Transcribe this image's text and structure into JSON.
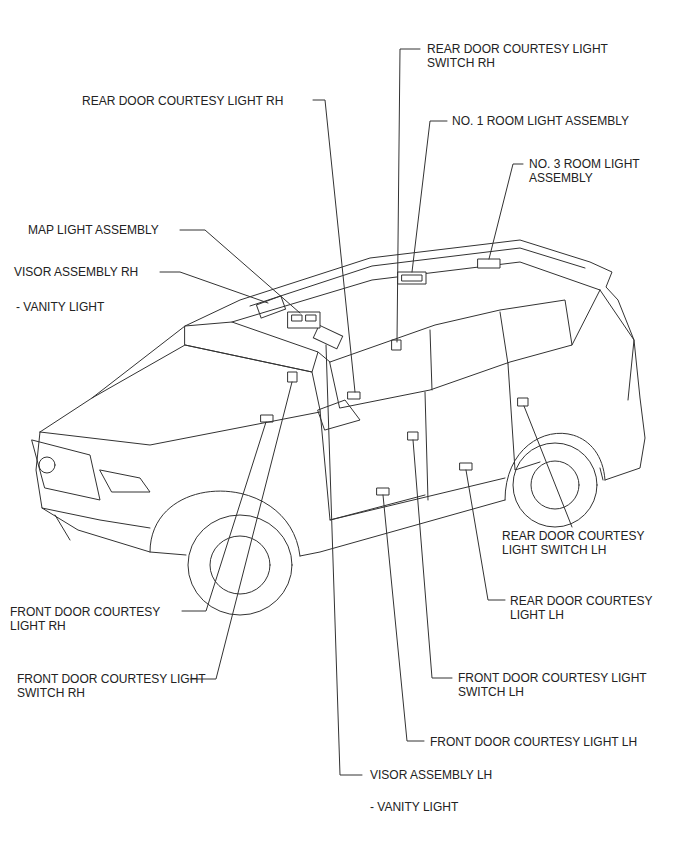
{
  "diagram": {
    "labels": [
      "REAR DOOR COURTESY LIGHT SWITCH RH",
      "REAR DOOR COURTESY LIGHT RH",
      "NO. 1 ROOM LIGHT ASSEMBLY",
      "NO. 3 ROOM LIGHT ASSEMBLY",
      "MAP LIGHT ASSEMBLY",
      "VISOR ASSEMBLY RH",
      "- VANITY LIGHT",
      "REAR DOOR COURTESY LIGHT SWITCH LH",
      "REAR DOOR COURTESY LIGHT LH",
      "FRONT DOOR COURTESY LIGHT RH",
      "FRONT DOOR COURTESY LIGHT SWITCH RH",
      "FRONT DOOR COURTESY LIGHT SWITCH LH",
      "FRONT DOOR COURTESY LIGHT LH",
      "VISOR ASSEMBLY LH",
      "- VANITY LIGHT"
    ]
  }
}
